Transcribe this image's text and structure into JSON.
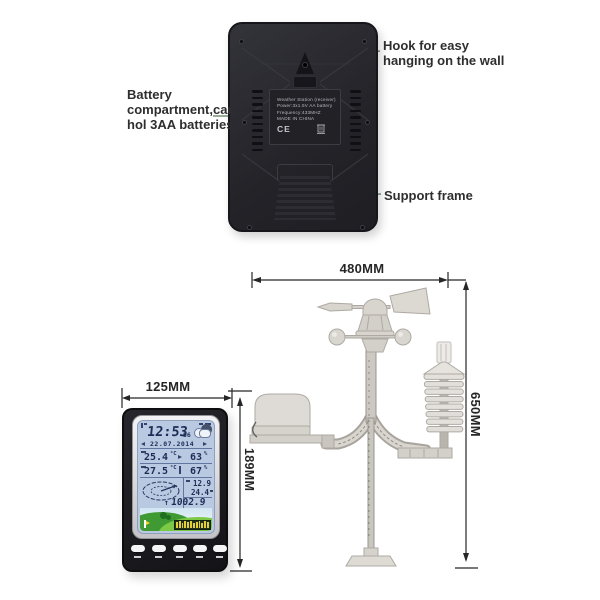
{
  "back_view": {
    "label_plate": {
      "lines": [
        "Weather Station (receiver)",
        "Power:3x1.5V AA battery",
        "Frequency:433MHZ",
        "MADE IN CHINA"
      ],
      "ce_mark": "CE"
    },
    "annotations": {
      "hook_line1": "Hook for easy",
      "hook_line2": "hanging on the wall",
      "battery_line1": "Battery",
      "battery_line2": "compartment,can",
      "battery_line3": "hol 3AA batteries",
      "support": "Support frame"
    }
  },
  "console": {
    "dimensions": {
      "width": "125MM",
      "height": "189MM"
    },
    "display": {
      "time": "12:53",
      "seconds": "56",
      "date": "22.07.2014",
      "indoor": {
        "temp": "25.4",
        "temp_unit": "°C",
        "humidity": "63",
        "humidity_unit": "%"
      },
      "outdoor": {
        "temp": "27.5",
        "temp_unit": "°C",
        "humidity": "67",
        "humidity_unit": "%"
      },
      "wind": {
        "value1": "12.9",
        "value2": "24.4"
      },
      "pressure": {
        "trend": "↑",
        "value": "1002.9"
      }
    }
  },
  "sensor": {
    "dimensions": {
      "width": "480MM",
      "height": "650MM"
    }
  },
  "colors": {
    "device_black": "#26262b",
    "lcd_background": "#b9c9e2",
    "lcd_ink": "#1c2c56",
    "landscape_green": "#3f9a34",
    "hill_light_green": "#7bc944",
    "bar_chart_yellow": "#e3cf3a",
    "annotation_line_green": "#5c7a5e",
    "dimension_ink": "#262626",
    "sensor_gray": "#dad6d0"
  }
}
